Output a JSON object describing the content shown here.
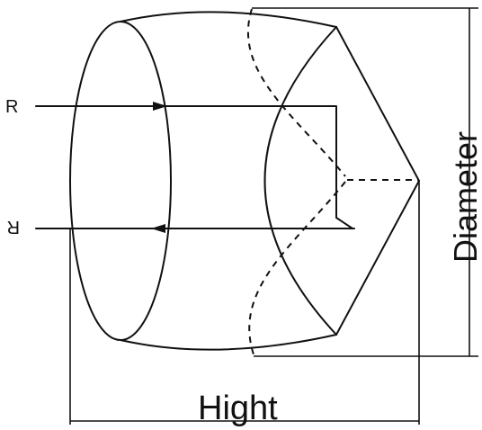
{
  "labels": {
    "ray_in": "R",
    "ray_out": "R",
    "diameter": "Diameter",
    "height": "Hight"
  }
}
